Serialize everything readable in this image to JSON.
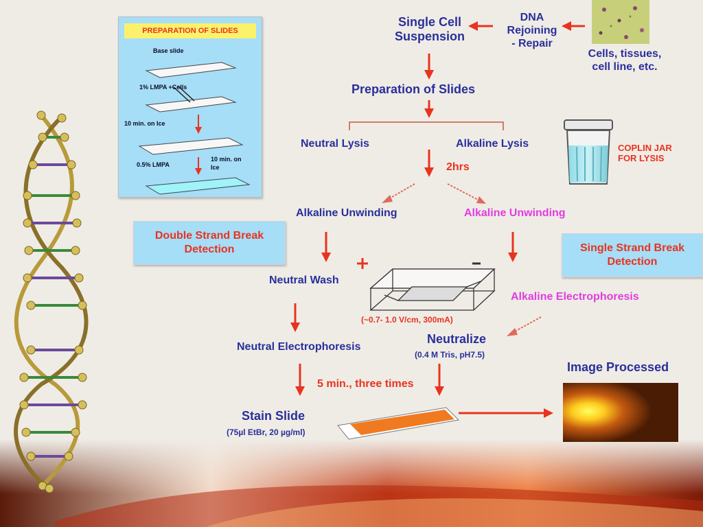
{
  "prep_panel": {
    "title": "PREPARATION OF SLIDES",
    "base_slide": "Base slide",
    "lmpa_cells": "1% LMPA +Cells",
    "ice1": "10 min. on Ice",
    "lmpa05": "0.5% LMPA",
    "ice2_a": "10 min. on",
    "ice2_b": "Ice"
  },
  "flow": {
    "single_cell_a": "Single Cell",
    "single_cell_b": "Suspension",
    "dna_a": "DNA",
    "dna_b": "Rejoining",
    "dna_c": "- Repair",
    "cells_a": "Cells, tissues,",
    "cells_b": "cell line, etc.",
    "prep_slides": "Preparation of Slides",
    "neutral_lysis": "Neutral Lysis",
    "alkaline_lysis": "Alkaline Lysis",
    "coplin_a": "COPLIN JAR",
    "coplin_b": "FOR LYSIS",
    "two_hrs": "2hrs",
    "unwind_left": "Alkaline Unwinding",
    "unwind_right": "Alkaline Unwinding",
    "dsb_a": "Double Strand Break",
    "dsb_b": "Detection",
    "ssb_a": "Single Strand Break",
    "ssb_b": "Detection",
    "neutral_wash": "Neutral Wash",
    "plus": "+",
    "minus": "−",
    "voltage": "(~0.7- 1.0 V/cm, 300mA)",
    "alk_electro": "Alkaline Electrophoresis",
    "neutralize": "Neutralize",
    "neutralize_sub": "(0.4 M Tris, pH7.5)",
    "neutral_electro": "Neutral Electrophoresis",
    "five_min": "5 min., three times",
    "stain_a": "Stain Slide",
    "stain_b": "(75µl EtBr, 20 µg/ml)",
    "image_processed": "Image Processed"
  },
  "colors": {
    "navy": "#2a2f9a",
    "magenta": "#e23ce0",
    "red": "#e8331f",
    "box_blue": "#a6ddf7"
  }
}
